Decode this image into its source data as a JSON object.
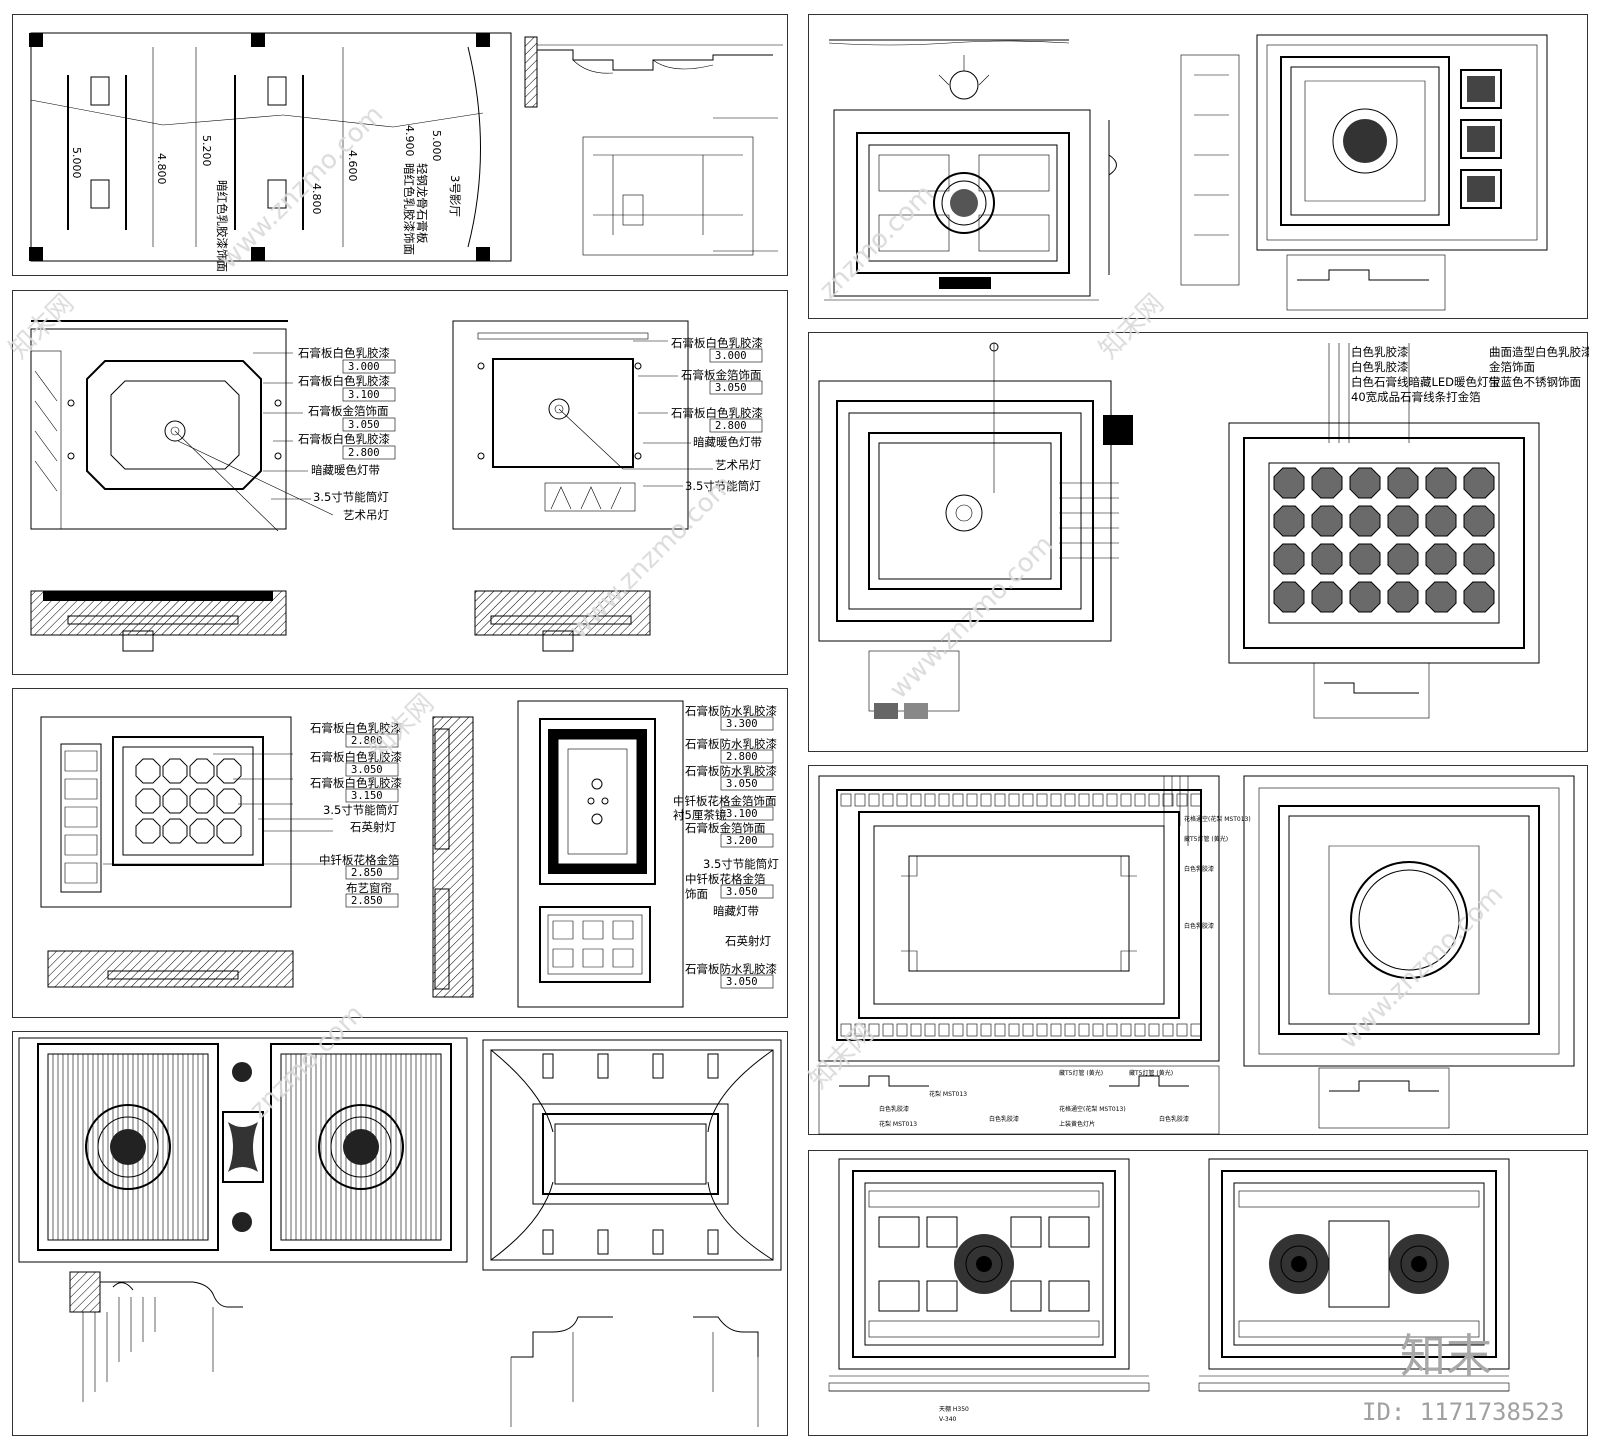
{
  "sheet_a": {
    "room_note": "3号影厅",
    "note_line1": "轻钢龙骨石膏板",
    "note_line2": "暗红色乳胶漆饰面",
    "note_line3": "暗红色乳胶漆饰面",
    "heights": [
      "5.000",
      "4.800",
      "5.200",
      "4.800",
      "4.600",
      "4.900",
      "5.000"
    ]
  },
  "sheet_b": {
    "left_labels": [
      {
        "text": "石膏板白色乳胶漆",
        "value": "3.000"
      },
      {
        "text": "石膏板白色乳胶漆",
        "value": "3.100"
      },
      {
        "text": "石膏板金箔饰面",
        "value": "3.050"
      },
      {
        "text": "石膏板白色乳胶漆",
        "value": "2.800"
      },
      {
        "text": "暗藏暖色灯带",
        "value": ""
      },
      {
        "text": "3.5寸节能筒灯",
        "value": ""
      },
      {
        "text": "艺术吊灯",
        "value": ""
      }
    ],
    "right_labels": [
      {
        "text": "石膏板白色乳胶漆",
        "value": "3.000"
      },
      {
        "text": "石膏板金箔饰面",
        "value": "3.050"
      },
      {
        "text": "石膏板白色乳胶漆",
        "value": "2.800"
      },
      {
        "text": "暗藏暖色灯带",
        "value": ""
      },
      {
        "text": "艺术吊灯",
        "value": ""
      },
      {
        "text": "3.5寸节能筒灯",
        "value": ""
      }
    ]
  },
  "sheet_c": {
    "left_labels": [
      {
        "text": "石膏板白色乳胶漆",
        "value": "2.800"
      },
      {
        "text": "石膏板白色乳胶漆",
        "value": "3.050"
      },
      {
        "text": "石膏板白色乳胶漆",
        "value": "3.150"
      },
      {
        "text": "3.5寸节能筒灯",
        "value": ""
      },
      {
        "text": "石英射灯",
        "value": ""
      },
      {
        "text": "中钎板花格金箔",
        "value": "2.850"
      },
      {
        "text": "布艺窗帘",
        "value": "2.850"
      }
    ],
    "right_labels": [
      {
        "text": "石膏板防水乳胶漆",
        "value": "3.300"
      },
      {
        "text": "石膏板防水乳胶漆",
        "value": "2.800"
      },
      {
        "text": "石膏板防水乳胶漆",
        "value": "3.050"
      },
      {
        "text": "中钎板花格金箔饰面",
        "value": "3.100"
      },
      {
        "text": "衬5厘茶镜",
        "value": ""
      },
      {
        "text": "石膏板金箔饰面",
        "value": "3.200"
      },
      {
        "text": "3.5寸节能筒灯",
        "value": ""
      },
      {
        "text": "中钎板花格金箔",
        "value": "3.050"
      },
      {
        "text": "饰面",
        "value": ""
      },
      {
        "text": "暗藏灯带",
        "value": ""
      },
      {
        "text": "石英射灯",
        "value": ""
      },
      {
        "text": "石膏板防水乳胶漆",
        "value": "3.050"
      }
    ]
  },
  "sheet_f": {
    "labels": [
      "白色乳胶漆",
      "白色乳胶漆",
      "白色石膏线暗藏LED暖色灯带",
      "40宽成品石膏线条打金箔",
      "曲面造型白色乳胶漆",
      "金箔饰面",
      "宝蓝色不锈钢饰面"
    ]
  },
  "sheet_g": {
    "labels": [
      "花格通空(花梨 MST013)",
      "藏T5灯管 (黄光)",
      "白色乳胶漆",
      "白色乳胶漆",
      "藏T5灯管 (黄光)",
      "藏T5灯管 (黄光)",
      "花梨 MST013",
      "白色乳胶漆",
      "花梨 MST013",
      "白色乳胶漆",
      "花格通空(花梨 MST013)",
      "上装黄色灯片",
      "白色乳胶漆"
    ]
  },
  "sheet_j": {
    "labels": [
      "天棚 H350",
      "V-340"
    ]
  },
  "watermarks": {
    "site": "znzmo.com",
    "brand_cn": "知末网",
    "url": "www.znzmo.com",
    "logo": "知末",
    "id": "ID: 1171738523"
  },
  "colors": {
    "line": "#000000",
    "watermark": "#d8d8d8",
    "background": "#ffffff"
  }
}
